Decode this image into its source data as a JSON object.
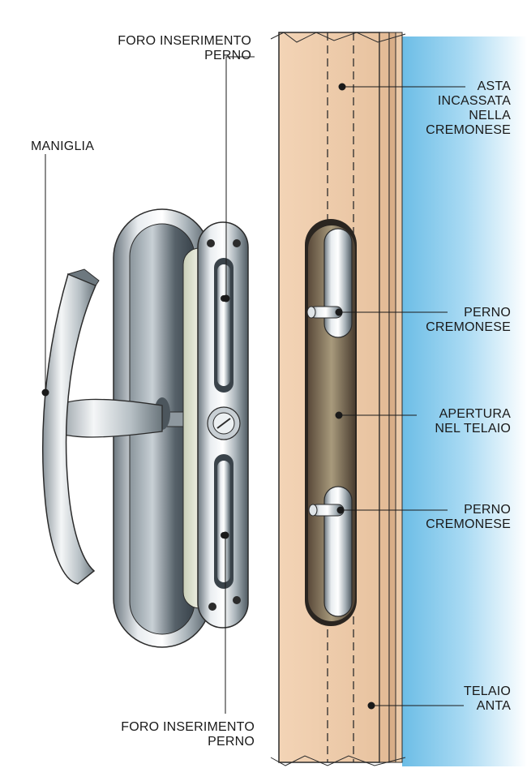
{
  "labels": {
    "foro_top": {
      "line1": "FORO INSERIMENTO",
      "line2": "PERNO"
    },
    "maniglia": "MANIGLIA",
    "asta": {
      "line1": "ASTA",
      "line2": "INCASSATA",
      "line3": "NELLA",
      "line4": "CREMONESE"
    },
    "perno_upper": {
      "line1": "PERNO",
      "line2": "CREMONESE"
    },
    "apertura": {
      "line1": "APERTURA",
      "line2": "NEL TELAIO"
    },
    "perno_lower": {
      "line1": "PERNO",
      "line2": "CREMONESE"
    },
    "telaio": {
      "line1": "TELAIO",
      "line2": "ANTA"
    },
    "foro_bottom": {
      "line1": "FORO INSERIMENTO",
      "line2": "PERNO"
    }
  },
  "colors": {
    "frame_wood": "#f1cfae",
    "frame_shadow": "#dcb18c",
    "sky_gradient": "#7fc6ea",
    "metal_light": "#f2f4f6",
    "metal_dark": "#5d6870",
    "slot_brown": "#6e5d4a"
  }
}
